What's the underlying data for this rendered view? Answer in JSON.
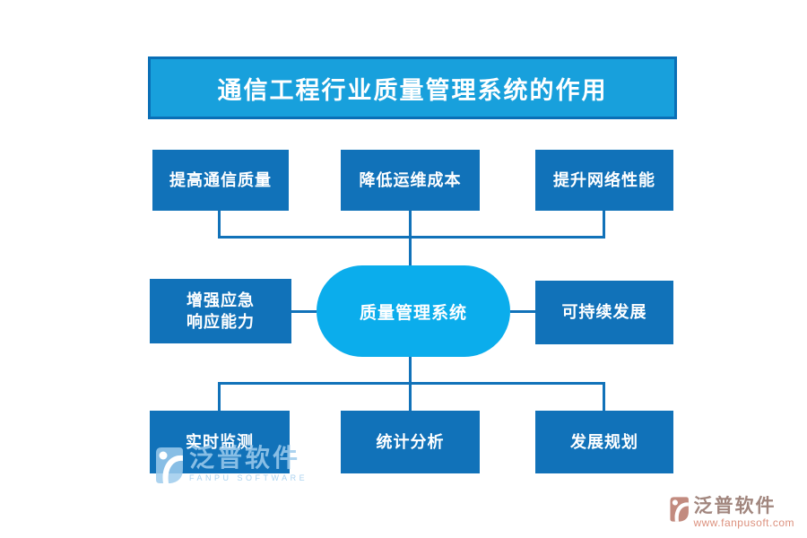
{
  "title": "通信工程行业质量管理系统的作用",
  "nodes": {
    "center": "质量管理系统",
    "top": [
      "提高通信质量",
      "降低运维成本",
      "提升网络性能"
    ],
    "middle_left_line1": "增强应急",
    "middle_left_line2": "响应能力",
    "middle_right": "可持续发展",
    "bottom": [
      "实时监测",
      "统计分析",
      "发展规划"
    ]
  },
  "watermark": {
    "name": "泛普软件",
    "subtitle": "FANPU SOFTWARE"
  },
  "brand": {
    "name": "泛普软件",
    "url": "www.fanpusoft.com"
  },
  "colors": {
    "title_fill": "#18a0dc",
    "title_border": "#0a6fb6",
    "box_blue": "#1172b9",
    "pill_cyan": "#0badec",
    "line_blue": "#1172b9",
    "watermark_blue": "#9ecbec",
    "brand_text": "#a1867e",
    "brand_url": "#dc917e"
  }
}
